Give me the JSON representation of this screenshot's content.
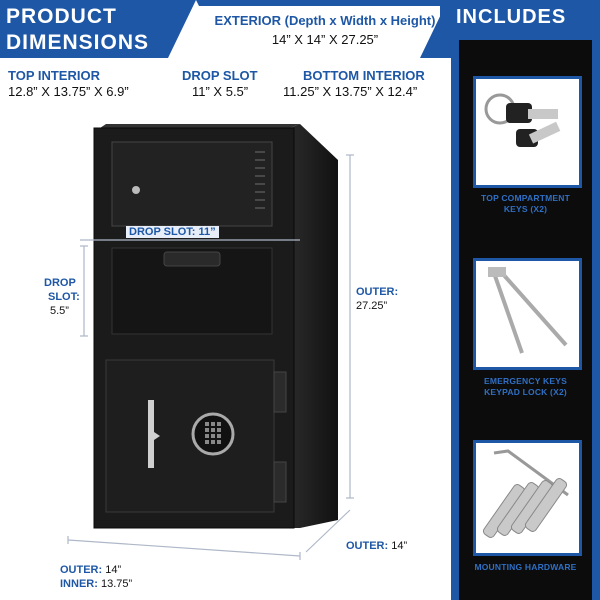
{
  "header": {
    "title_line1": "PRODUCT",
    "title_line2": "DIMENSIONS",
    "exterior_label": "EXTERIOR (Depth x Width x Height)",
    "exterior_value": "14” X 14” X 27.25”",
    "includes_title": "INCLUDES"
  },
  "interior": {
    "top_label": "TOP INTERIOR",
    "top_value": "12.8” X 13.75” X 6.9”",
    "slot_label": "DROP SLOT",
    "slot_value": "11” X 5.5”",
    "bottom_label": "BOTTOM INTERIOR",
    "bottom_value": "11.25” X 13.75” X 12.4”"
  },
  "measurements": {
    "drop_slot_width": "DROP SLOT: 11”",
    "drop_height_label_1": "DROP",
    "drop_height_label_2": "SLOT:",
    "drop_height_value": "5.5”",
    "outer_height_label": "OUTER:",
    "outer_height_value": "27.25”",
    "outer_depth_label": "OUTER:",
    "outer_depth_value": "14”",
    "outer_width_label": "OUTER:",
    "outer_width_value": "14”",
    "inner_width_label": "INNER:",
    "inner_width_value": "13.75”"
  },
  "includes": [
    {
      "caption_1": "TOP COMPARTMENT",
      "caption_2": "KEYS (X2)",
      "icon": "tubular-keys-icon"
    },
    {
      "caption_1": "EMERGENCY KEYS",
      "caption_2": "KEYPAD LOCK (X2)",
      "icon": "emergency-keys-icon"
    },
    {
      "caption_1": "MOUNTING HARDWARE",
      "caption_2": "",
      "icon": "mounting-hardware-icon"
    }
  ],
  "colors": {
    "brand_blue": "#1e57a6",
    "panel_black": "#0c0c0c",
    "safe_black": "#1a1a1a"
  }
}
